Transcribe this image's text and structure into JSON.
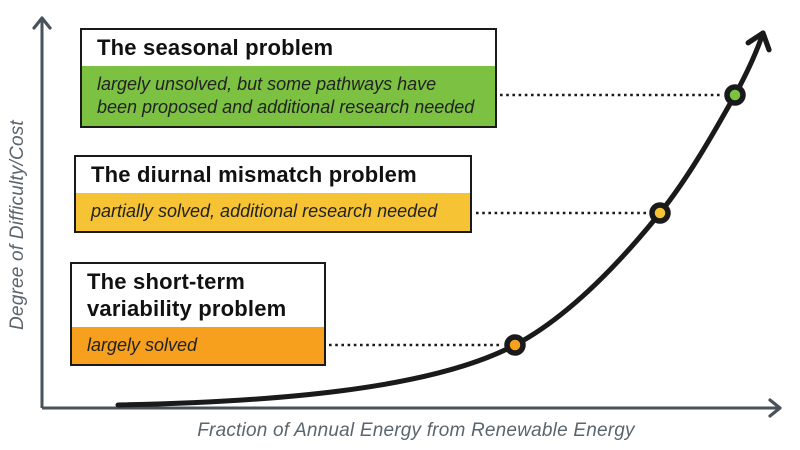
{
  "chart": {
    "type": "conceptual-curve",
    "y_axis_label": "Degree of Difficulty/Cost",
    "x_axis_label": "Fraction of Annual Energy from Renewable Energy",
    "curve_shape": "exponential rise from bottom-left to upper-right, ending in an arrow",
    "axis_color": "#47525b",
    "curve_color": "#1a1a1a",
    "label_color": "#5b656e"
  },
  "problems": [
    {
      "title": "The seasonal problem",
      "status": "largely unsolved, but some pathways have been proposed and additional research needed",
      "color": "#7cc142",
      "position_on_curve": "high"
    },
    {
      "title": "The diurnal mismatch problem",
      "status": "partially solved, additional research needed",
      "color": "#f5c334",
      "position_on_curve": "middle"
    },
    {
      "title": "The short-term variability problem",
      "status": "largely solved",
      "color": "#f6a01e",
      "position_on_curve": "low"
    }
  ]
}
